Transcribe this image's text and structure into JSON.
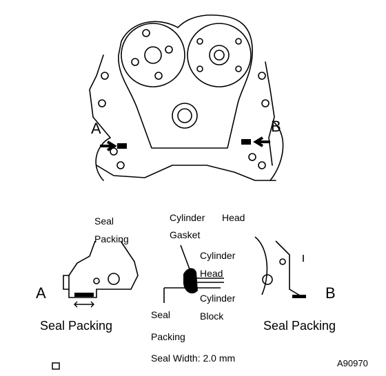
{
  "labels": {
    "top_a": "A",
    "top_b": "B",
    "seal_packing_top_1": "Seal",
    "seal_packing_top_2": "Packing",
    "cyl_head_gasket_1": "Cylinder",
    "cyl_head_gasket_2": "Head",
    "cyl_head_gasket_3": "Gasket",
    "cylinder_head_1": "Cylinder",
    "cylinder_head_2": "Head",
    "cylinder_block_1": "Cylinder",
    "cylinder_block_2": "Block",
    "seal_packing_mid_1": "Seal",
    "seal_packing_mid_2": "Packing",
    "seal_width": "Seal Width: 2.0 mm",
    "bottom_a": "A",
    "bottom_b": "B",
    "seal_packing_left": "Seal Packing",
    "seal_packing_right": "Seal Packing",
    "figure_code": "A90970",
    "corner_mark": "ﾛ"
  }
}
